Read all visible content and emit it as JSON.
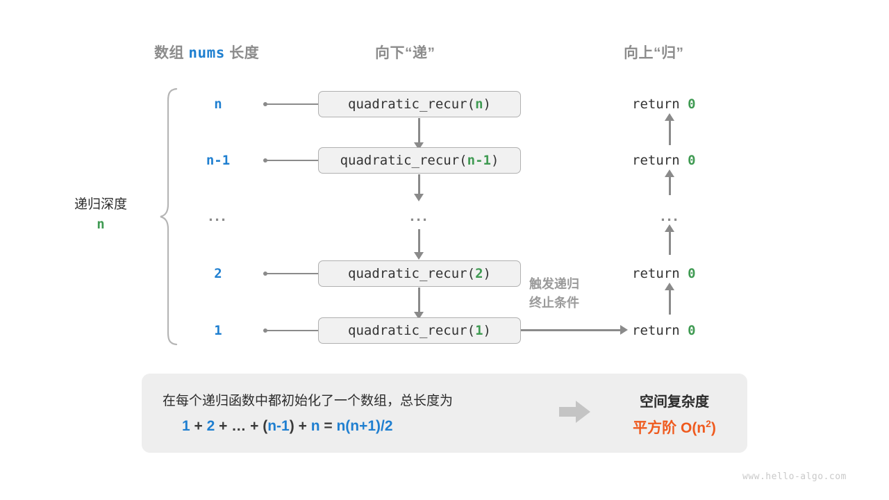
{
  "headers": {
    "col_nums_prefix": "数组",
    "col_nums_mono": "nums",
    "col_nums_suffix": "长度",
    "col_down": "向下“递”",
    "col_up": "向上“归”"
  },
  "depth": {
    "title": "递归深度",
    "value": "n"
  },
  "rows": [
    {
      "num": "n",
      "call_fn": "quadratic_recur(",
      "call_arg": "n",
      "call_close": ")",
      "ret_text": "return ",
      "ret_value": "0"
    },
    {
      "num": "n-1",
      "call_fn": "quadratic_recur(",
      "call_arg": "n-1",
      "call_close": ")",
      "ret_text": "return ",
      "ret_value": "0"
    },
    {
      "num": "...",
      "call_fn": "...",
      "call_arg": "",
      "call_close": "",
      "ret_text": "...",
      "ret_value": ""
    },
    {
      "num": "2",
      "call_fn": "quadratic_recur(",
      "call_arg": "2",
      "call_close": ")",
      "ret_text": "return ",
      "ret_value": "0"
    },
    {
      "num": "1",
      "call_fn": "quadratic_recur(",
      "call_arg": "1",
      "call_close": ")",
      "ret_text": "return ",
      "ret_value": "0"
    }
  ],
  "terminate_note": {
    "line1": "触发递归",
    "line2": "终止条件"
  },
  "summary": {
    "description": "在每个递归函数中都初始化了一个数组，总长度为",
    "formula": [
      {
        "t": "1",
        "k": "b"
      },
      {
        "t": "+",
        "k": "op"
      },
      {
        "t": "2",
        "k": "b"
      },
      {
        "t": "+",
        "k": "op"
      },
      {
        "t": "…",
        "k": "op"
      },
      {
        "t": "+",
        "k": "op"
      },
      {
        "t": "(",
        "k": "op"
      },
      {
        "t": "n-1",
        "k": "b"
      },
      {
        "t": ")",
        "k": "op"
      },
      {
        "t": "+",
        "k": "op"
      },
      {
        "t": "n",
        "k": "b"
      },
      {
        "t": "=",
        "k": "op"
      },
      {
        "t": "n(n+1)/2",
        "k": "b"
      }
    ],
    "result_title": "空间复杂度",
    "result_value_prefix": "平方阶 ",
    "result_value_big_o": "O(n",
    "result_value_exp": "2",
    "result_value_close": ")"
  },
  "watermark": "www.hello-algo.com",
  "colors": {
    "blue": "#1f7fd0",
    "green": "#3f9a52",
    "orange": "#ef5a1e",
    "gray_text": "#8c8c8c",
    "box_fill": "#f1f1f1",
    "box_border": "#b0b0b0",
    "line": "#8a8a8a",
    "panel_bg": "#eeeeee"
  }
}
